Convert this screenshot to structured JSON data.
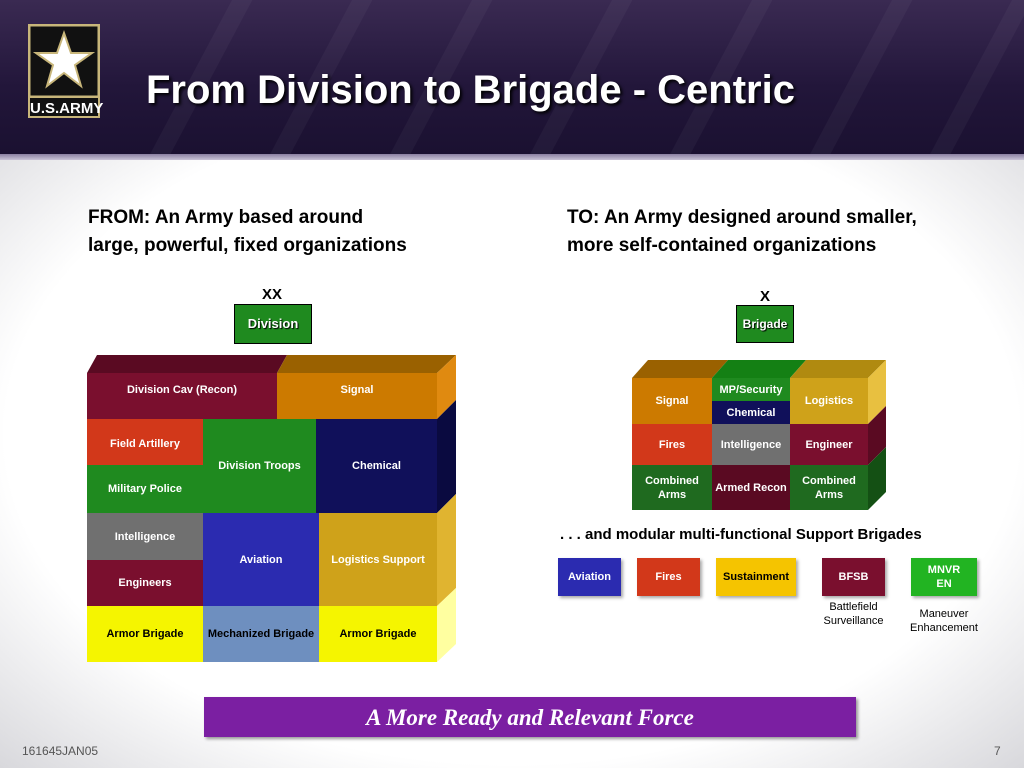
{
  "header": {
    "title": "From Division to Brigade - Centric",
    "logo_text": "U.S.ARMY"
  },
  "left": {
    "subtitle_line1": "FROM: An Army based around",
    "subtitle_line2": "large, powerful, fixed organizations",
    "echelon": "XX",
    "unit": "Division",
    "cells": {
      "cav": "Division Cav (Recon)",
      "signal": "Signal",
      "field_artillery": "Field Artillery",
      "division_troops": "Division Troops",
      "chemical": "Chemical",
      "military_police": "Military Police",
      "intelligence": "Intelligence",
      "aviation": "Aviation",
      "logistics_support": "Logistics Support",
      "engineers": "Engineers",
      "armor_brigade_left": "Armor Brigade",
      "mechanized_brigade": "Mechanized Brigade",
      "armor_brigade_right": "Armor Brigade"
    }
  },
  "right": {
    "subtitle_line1": "TO: An Army designed around smaller,",
    "subtitle_line2": "more self-contained organizations",
    "echelon": "X",
    "unit": "Brigade",
    "cells": {
      "signal": "Signal",
      "mp_security": "MP/Security",
      "chemical": "Chemical",
      "logistics": "Logistics",
      "fires": "Fires",
      "intelligence": "Intelligence",
      "engineer": "Engineer",
      "combined_arms_left": "Combined Arms",
      "armed_recon": "Armed Recon",
      "combined_arms_right": "Combined Arms"
    },
    "modular_text": ". . . and modular multi-functional Support Brigades",
    "support": {
      "aviation": "Aviation",
      "fires": "Fires",
      "sustainment": "Sustainment",
      "bfsb": "BFSB",
      "mnvr": "MNVR EN",
      "bfsb_caption": "Battlefield Surveillance",
      "mnvr_caption": "Maneuver Enhancement"
    }
  },
  "banner": "A More Ready and Relevant Force",
  "footer": {
    "dtg": "161645JAN05",
    "page": "7"
  },
  "colors": {
    "maroon": "#7a0f2e",
    "orange": "#cc7a00",
    "red": "#d2381a",
    "navy": "#10105a",
    "green": "#1f8a1f",
    "gray": "#707070",
    "blue": "#2b2bb0",
    "gold": "#cfa21a",
    "yellow": "#f5f500",
    "steel": "#6e8fbf",
    "banner": "#7b1fa2"
  }
}
